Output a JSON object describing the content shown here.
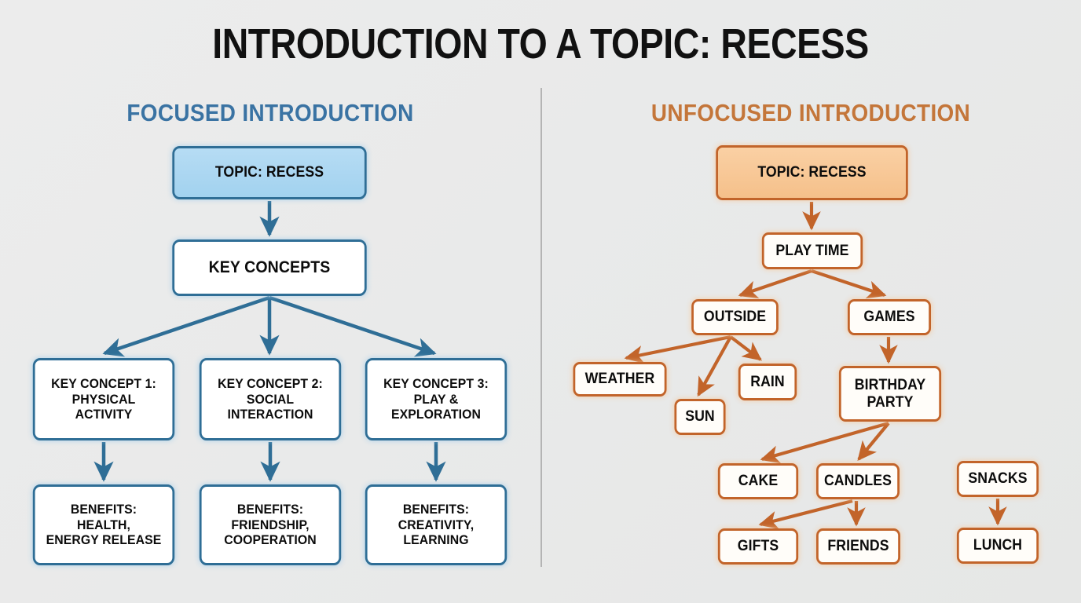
{
  "title": "INTRODUCTION TO A TOPIC: RECESS",
  "colors": {
    "background": "#e9eaea",
    "blue_accent": "#3a73a3",
    "blue_border": "#2f6e96",
    "blue_fill": "#a8d5f0",
    "orange_accent": "#c4763a",
    "orange_border": "#c2642a",
    "orange_fill": "#f5c08a",
    "text": "#0c0c0c",
    "divider": "#b4b4b4"
  },
  "left_column": {
    "header": "FOCUSED INTRODUCTION",
    "nodes": {
      "topic": "TOPIC: RECESS",
      "key_concepts": "KEY CONCEPTS",
      "concept_1": "KEY CONCEPT 1:\nPHYSICAL\nACTIVITY",
      "concept_2": "KEY CONCEPT 2:\nSOCIAL\nINTERACTION",
      "concept_3": "KEY CONCEPT 3:\nPLAY &\nEXPLORATION",
      "benefits_1": "BENEFITS:\nHEALTH,\nENERGY RELEASE",
      "benefits_2": "BENEFITS:\nFRIENDSHIP,\nCOOPERATION",
      "benefits_3": "BENEFITS:\nCREATIVITY,\nLEARNING"
    },
    "edges": [
      [
        "topic",
        "key_concepts"
      ],
      [
        "key_concepts",
        "concept_1"
      ],
      [
        "key_concepts",
        "concept_2"
      ],
      [
        "key_concepts",
        "concept_3"
      ],
      [
        "concept_1",
        "benefits_1"
      ],
      [
        "concept_2",
        "benefits_2"
      ],
      [
        "concept_3",
        "benefits_3"
      ]
    ]
  },
  "right_column": {
    "header": "UNFOCUSED INTRODUCTION",
    "nodes": {
      "topic": "TOPIC: RECESS",
      "play_time": "PLAY TIME",
      "outside": "OUTSIDE",
      "games": "GAMES",
      "weather": "WEATHER",
      "sun": "SUN",
      "rain": "RAIN",
      "birthday_party": "BIRTHDAY\nPARTY",
      "cake": "CAKE",
      "candles": "CANDLES",
      "snacks": "SNACKS",
      "gifts": "GIFTS",
      "friends": "FRIENDS",
      "lunch": "LUNCH"
    },
    "edges": [
      [
        "topic",
        "play_time"
      ],
      [
        "play_time",
        "outside"
      ],
      [
        "play_time",
        "games"
      ],
      [
        "outside",
        "weather"
      ],
      [
        "outside",
        "sun"
      ],
      [
        "outside",
        "rain"
      ],
      [
        "games",
        "birthday_party"
      ],
      [
        "birthday_party",
        "cake"
      ],
      [
        "birthday_party",
        "candles"
      ],
      [
        "candles",
        "gifts"
      ],
      [
        "candles",
        "friends"
      ],
      [
        "snacks",
        "lunch"
      ]
    ]
  }
}
